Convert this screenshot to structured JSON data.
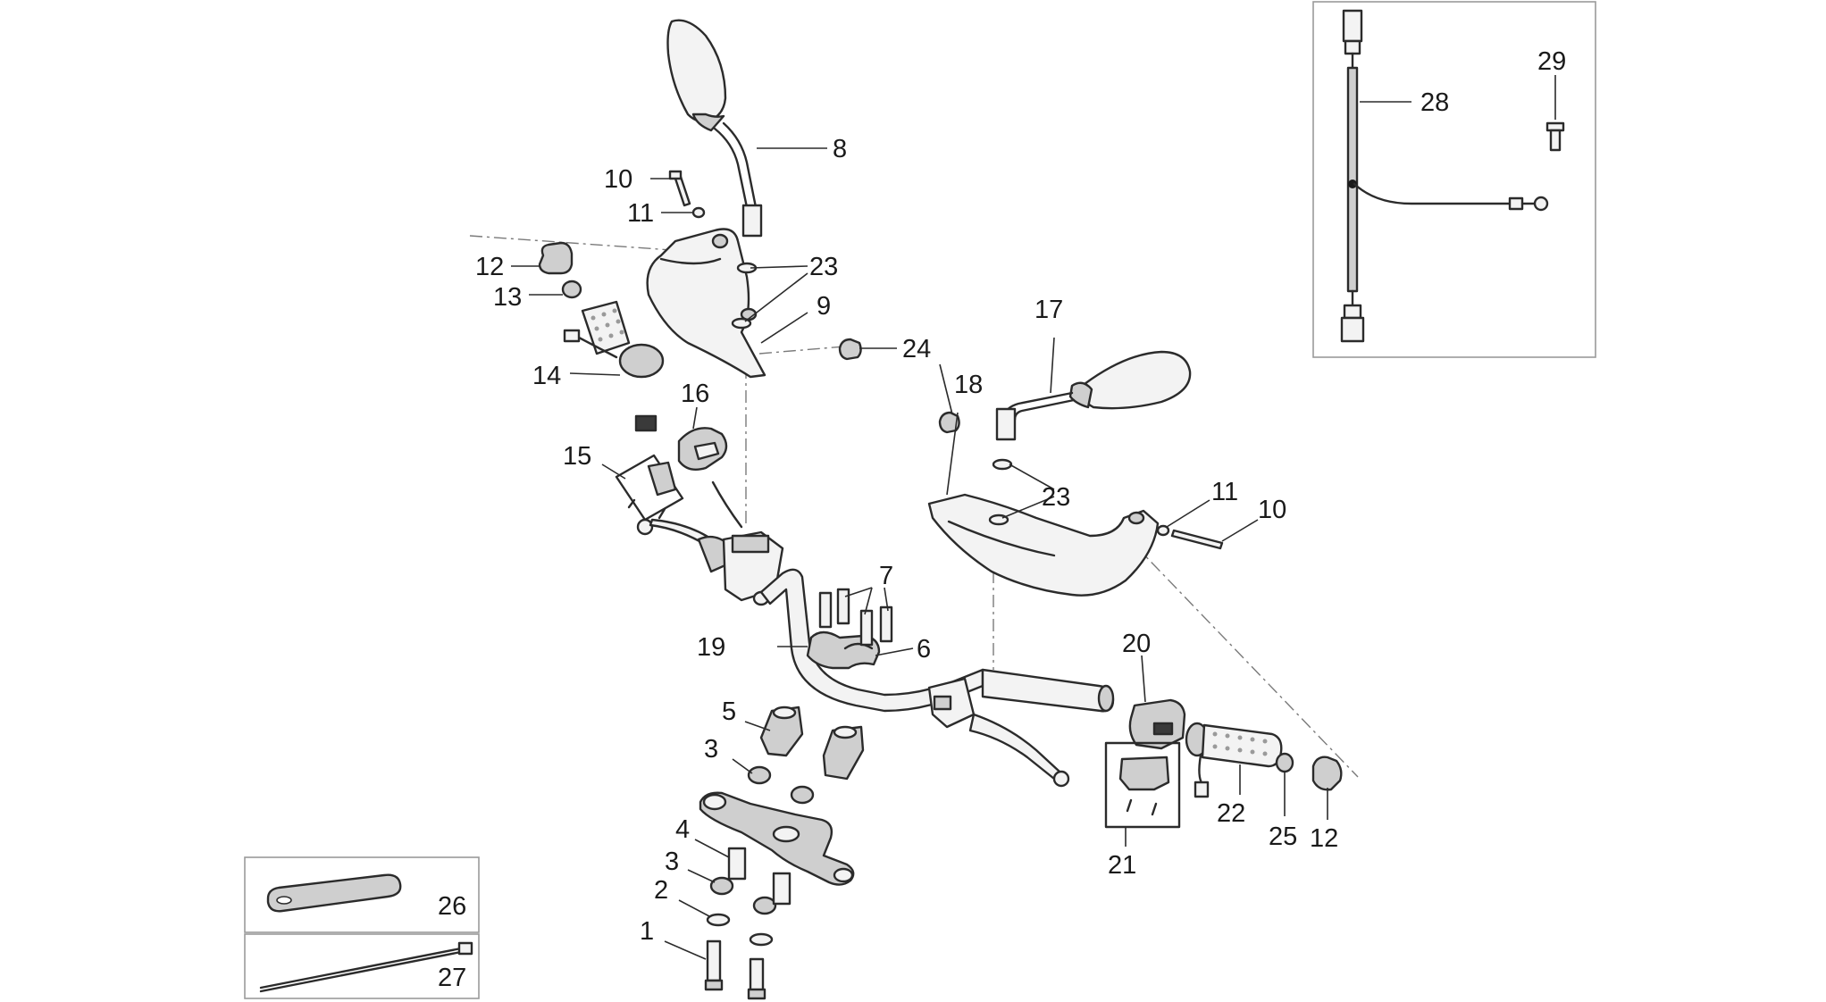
{
  "labels": {
    "l1": "1",
    "l2": "2",
    "l3a": "3",
    "l3b": "3",
    "l4": "4",
    "l5": "5",
    "l6": "6",
    "l7": "7",
    "l8": "8",
    "l9": "9",
    "l10a": "10",
    "l10b": "10",
    "l11a": "11",
    "l11b": "11",
    "l12a": "12",
    "l12b": "12",
    "l13": "13",
    "l14": "14",
    "l15": "15",
    "l16": "16",
    "l17": "17",
    "l18": "18",
    "l19": "19",
    "l20": "20",
    "l21": "21",
    "l22": "22",
    "l23a": "23",
    "l23b": "23",
    "l24": "24",
    "l25": "25",
    "l26": "26",
    "l27": "27",
    "l28": "28",
    "l29": "29"
  }
}
